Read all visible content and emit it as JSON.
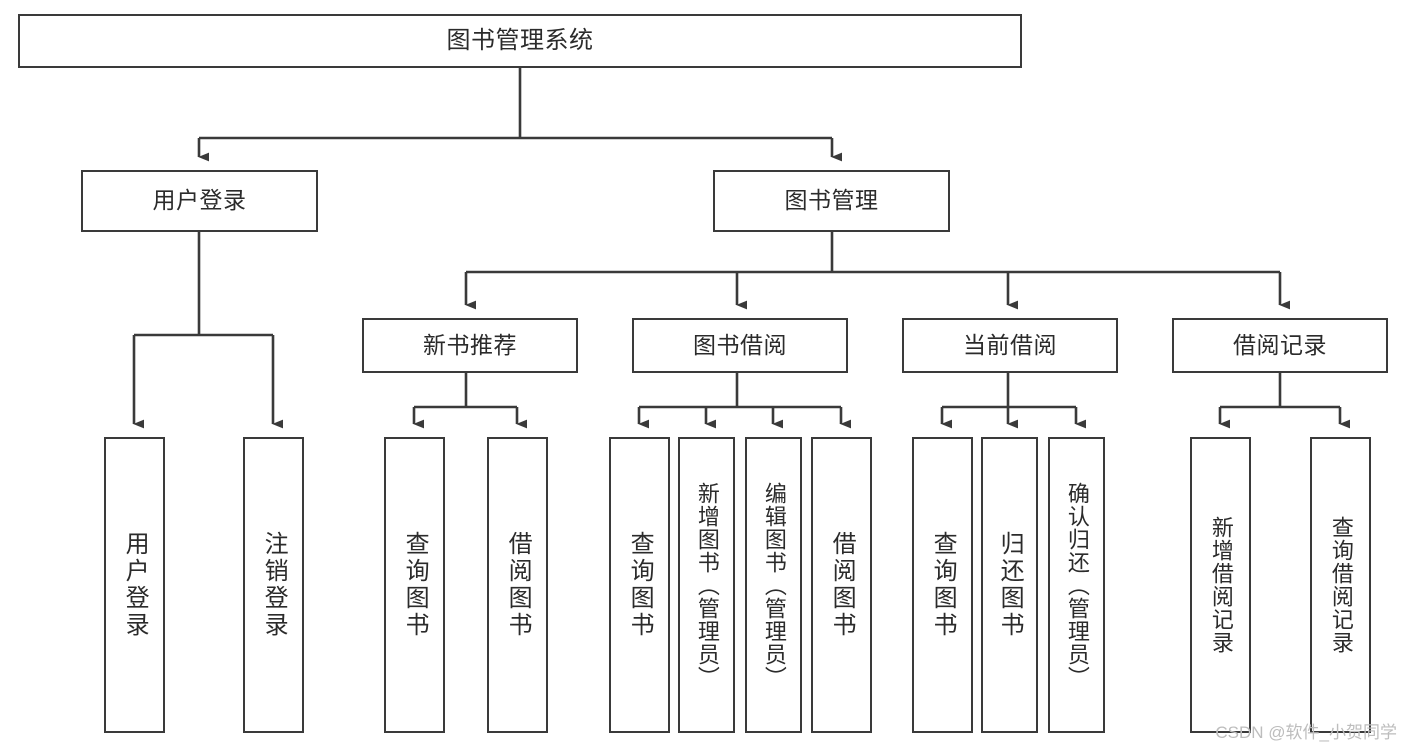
{
  "diagram": {
    "title": "图书管理系统",
    "type": "tree-hierarchy",
    "watermark": "CSDN @软件_小贺同学",
    "colors": {
      "background": "#ffffff",
      "box_border": "#3a3a3a",
      "connector": "#3a3a3a",
      "text": "#2b2b2b",
      "watermark": "#bdbdbd"
    },
    "levels": {
      "root": "图书管理系统",
      "level2": [
        "用户登录",
        "图书管理"
      ],
      "level3": [
        "新书推荐",
        "图书借阅",
        "当前借阅",
        "借阅记录"
      ]
    },
    "nodes": {
      "root": {
        "label": "图书管理系统"
      },
      "user_login": {
        "label": "用户登录"
      },
      "book_manage": {
        "label": "图书管理"
      },
      "new_book_rec": {
        "label": "新书推荐"
      },
      "book_borrow": {
        "label": "图书借阅"
      },
      "current_borrow": {
        "label": "当前借阅"
      },
      "borrow_record": {
        "label": "借阅记录"
      },
      "leaf_user_login": {
        "label": "用户登录"
      },
      "leaf_logout_login": {
        "label": "注销登录"
      },
      "leaf_query_book_1": {
        "label": "查询图书"
      },
      "leaf_borrow_book_1": {
        "label": "借阅图书"
      },
      "leaf_query_book_2": {
        "label": "查询图书"
      },
      "leaf_add_book_admin": {
        "label": "新增图书（管理员）"
      },
      "leaf_edit_book_admin": {
        "label": "编辑图书（管理员）"
      },
      "leaf_borrow_book_2": {
        "label": "借阅图书"
      },
      "leaf_query_book_3": {
        "label": "查询图书"
      },
      "leaf_return_book": {
        "label": "归还图书"
      },
      "leaf_confirm_return_admin": {
        "label": "确认归还（管理员）"
      },
      "leaf_add_borrow_record": {
        "label": "新增借阅记录"
      },
      "leaf_query_borrow_record": {
        "label": "查询借阅记录"
      }
    },
    "edges": [
      {
        "from": "root",
        "to": "user_login"
      },
      {
        "from": "root",
        "to": "book_manage"
      },
      {
        "from": "user_login",
        "to": "leaf_user_login"
      },
      {
        "from": "user_login",
        "to": "leaf_logout_login"
      },
      {
        "from": "book_manage",
        "to": "new_book_rec"
      },
      {
        "from": "book_manage",
        "to": "book_borrow"
      },
      {
        "from": "book_manage",
        "to": "current_borrow"
      },
      {
        "from": "book_manage",
        "to": "borrow_record"
      },
      {
        "from": "new_book_rec",
        "to": "leaf_query_book_1"
      },
      {
        "from": "new_book_rec",
        "to": "leaf_borrow_book_1"
      },
      {
        "from": "book_borrow",
        "to": "leaf_query_book_2"
      },
      {
        "from": "book_borrow",
        "to": "leaf_add_book_admin"
      },
      {
        "from": "book_borrow",
        "to": "leaf_edit_book_admin"
      },
      {
        "from": "book_borrow",
        "to": "leaf_borrow_book_2"
      },
      {
        "from": "current_borrow",
        "to": "leaf_query_book_3"
      },
      {
        "from": "current_borrow",
        "to": "leaf_return_book"
      },
      {
        "from": "current_borrow",
        "to": "leaf_confirm_return_admin"
      },
      {
        "from": "borrow_record",
        "to": "leaf_add_borrow_record"
      },
      {
        "from": "borrow_record",
        "to": "leaf_query_borrow_record"
      }
    ]
  }
}
